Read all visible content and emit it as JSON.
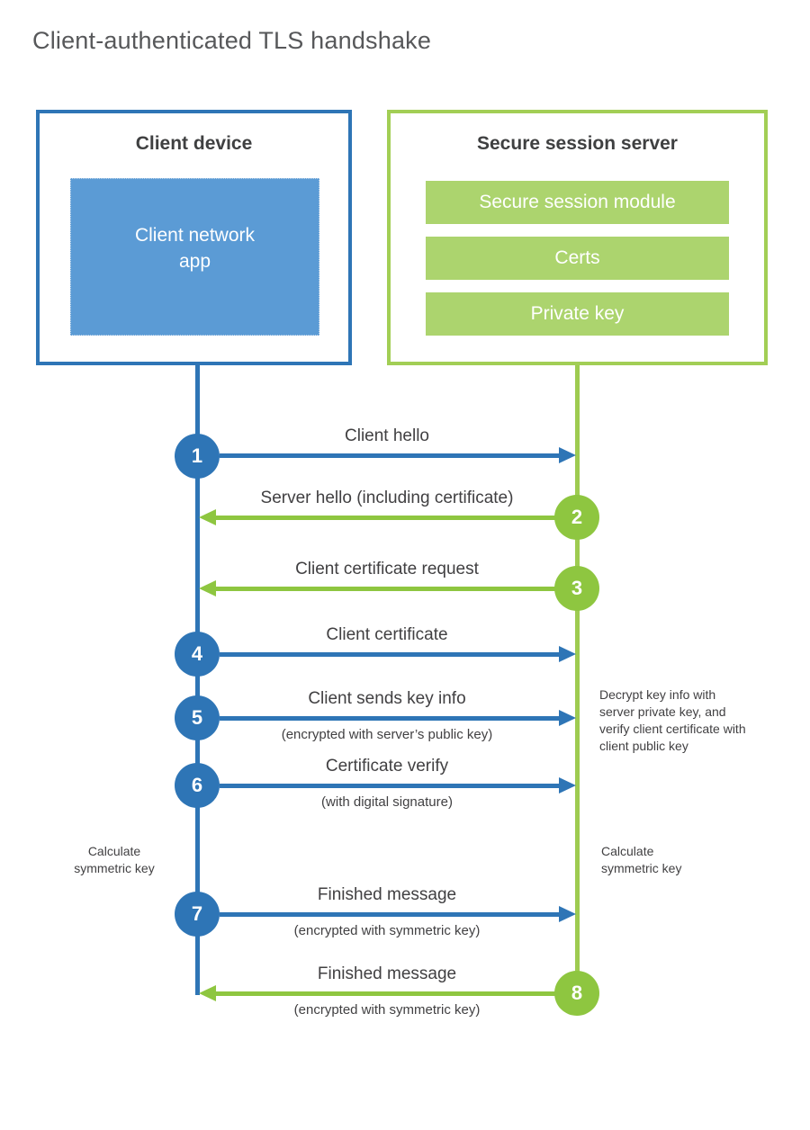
{
  "title": "Client-authenticated TLS handshake",
  "client": {
    "title": "Client device",
    "app": "Client network app"
  },
  "server": {
    "title": "Secure session server",
    "modules": [
      "Secure session module",
      "Certs",
      "Private key"
    ]
  },
  "steps": [
    {
      "num": "1",
      "label": "Client hello",
      "direction": "client-to-server"
    },
    {
      "num": "2",
      "label": "Server hello (including certificate)",
      "direction": "server-to-client"
    },
    {
      "num": "3",
      "label": "Client certificate request",
      "direction": "server-to-client"
    },
    {
      "num": "4",
      "label": "Client certificate",
      "direction": "client-to-server"
    },
    {
      "num": "5",
      "label": "Client sends key info",
      "sub": "(encrypted with server’s public key)",
      "direction": "client-to-server"
    },
    {
      "num": "6",
      "label": "Certificate verify",
      "sub": "(with digital signature)",
      "direction": "client-to-server"
    },
    {
      "num": "7",
      "label": "Finished message",
      "sub": "(encrypted with symmetric key)",
      "direction": "client-to-server"
    },
    {
      "num": "8",
      "label": "Finished message",
      "sub": "(encrypted with symmetric key)",
      "direction": "server-to-client"
    }
  ],
  "notes": {
    "decrypt": "Decrypt key info with server private key, and verify client certificate with client public key",
    "calc_left": "Calculate symmetric key",
    "calc_right": "Calculate symmetric key"
  },
  "colors": {
    "client_blue": "#2e75b6",
    "client_app_blue": "#5b9bd5",
    "server_green": "#8ec640",
    "server_border_green": "#a2ce55",
    "module_green": "#acd46e",
    "text_gray": "#414042",
    "title_gray": "#57585a"
  }
}
